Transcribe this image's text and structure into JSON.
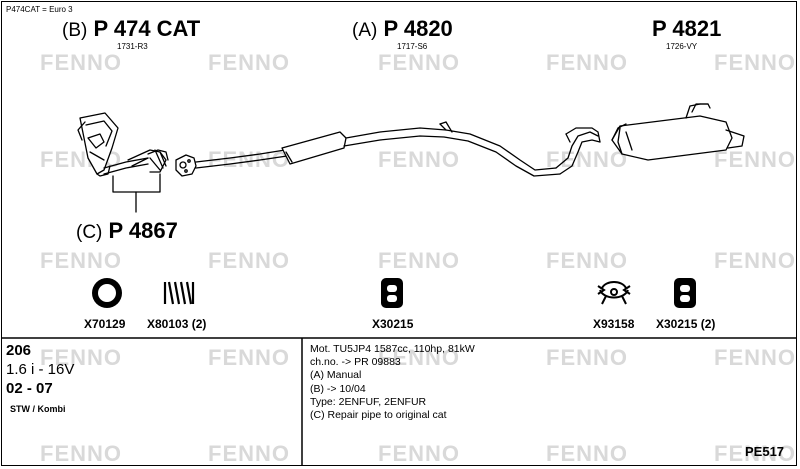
{
  "header_note": "P474CAT = Euro 3",
  "watermark": "FENNO",
  "parts": {
    "b": {
      "prefix": "(B)",
      "number": "P 474 CAT",
      "code": "1731-R3"
    },
    "a": {
      "prefix": "(A)",
      "number": "P 4820",
      "code": "1717-S6"
    },
    "main": {
      "number": "P 4821",
      "code": "1726-VY"
    },
    "c": {
      "prefix": "(C)",
      "number": "P 4867"
    }
  },
  "accessories": [
    {
      "label": "X70129",
      "icon": "ring-gasket-icon"
    },
    {
      "label": "X80103 (2)",
      "icon": "spring-icon"
    },
    {
      "label": "X30215",
      "icon": "rubber-mount-icon"
    },
    {
      "label": "X93158",
      "icon": "clamp-icon"
    },
    {
      "label": "X30215 (2)",
      "icon": "rubber-mount-icon"
    }
  ],
  "vehicle": {
    "model": "206",
    "engine": "1.6 i - 16V",
    "years": "02 - 07",
    "body": "STW / Kombi"
  },
  "notes": [
    "Mot. TU5JP4 1587cc, 110hp, 81kW",
    "ch.no. -> PR 09883",
    "(A) Manual",
    "(B) -> 10/04",
    "Type: 2ENFUF, 2ENFUR",
    "(C) Repair pipe to original cat"
  ],
  "diagram_code": "PE517"
}
